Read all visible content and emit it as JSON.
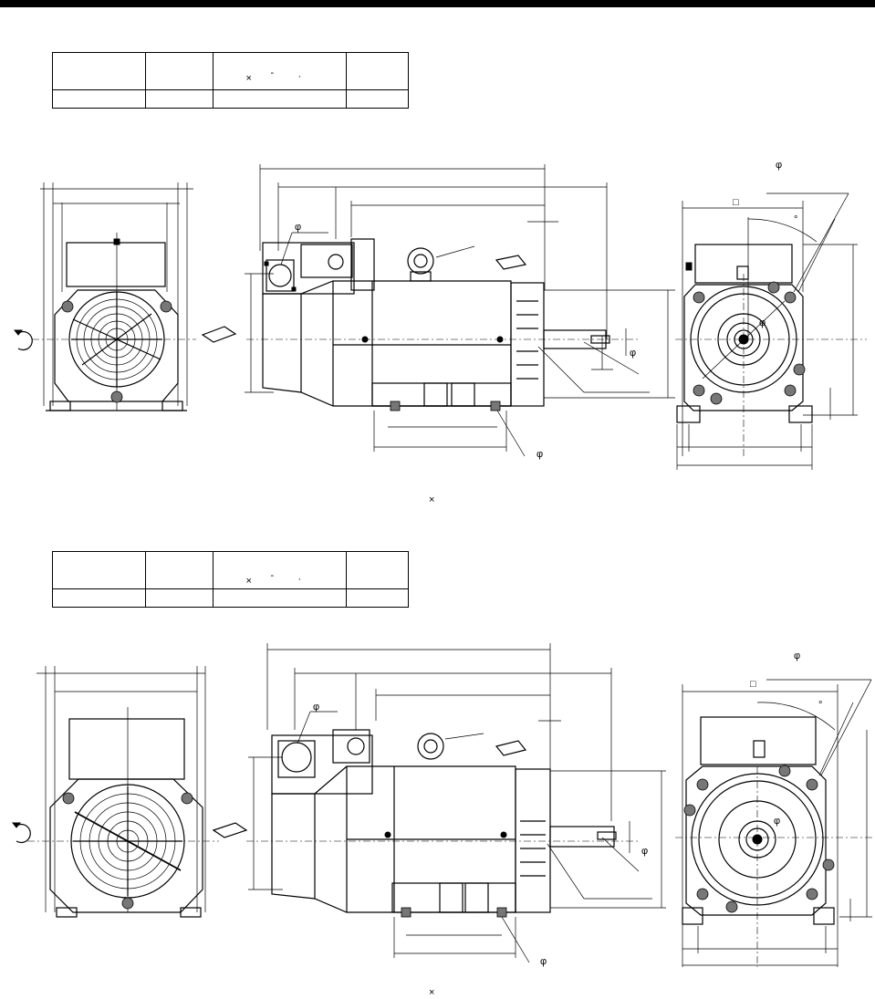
{
  "page": {
    "colors": {
      "ink": "#000000",
      "paper": "#ffffff"
    }
  },
  "top": {
    "table_symbols": {
      "times": "×",
      "dash": "-",
      "dot": "·"
    },
    "phi_labels": [
      "φ",
      "φ",
      "φ",
      "φ",
      "φ"
    ],
    "square_symbol": "□",
    "degree_symbol": "°",
    "caption_symbol": "×"
  },
  "bottom": {
    "table_symbols": {
      "times": "×",
      "dash": "-",
      "dot": "·"
    },
    "phi_labels": [
      "φ",
      "φ",
      "φ",
      "φ",
      "φ"
    ],
    "square_symbol": "□",
    "degree_symbol": "°",
    "caption_symbol": "×"
  },
  "icons": {
    "rotation": "rotation-arrow-icon",
    "view_arrow": "view-arrow-icon"
  }
}
